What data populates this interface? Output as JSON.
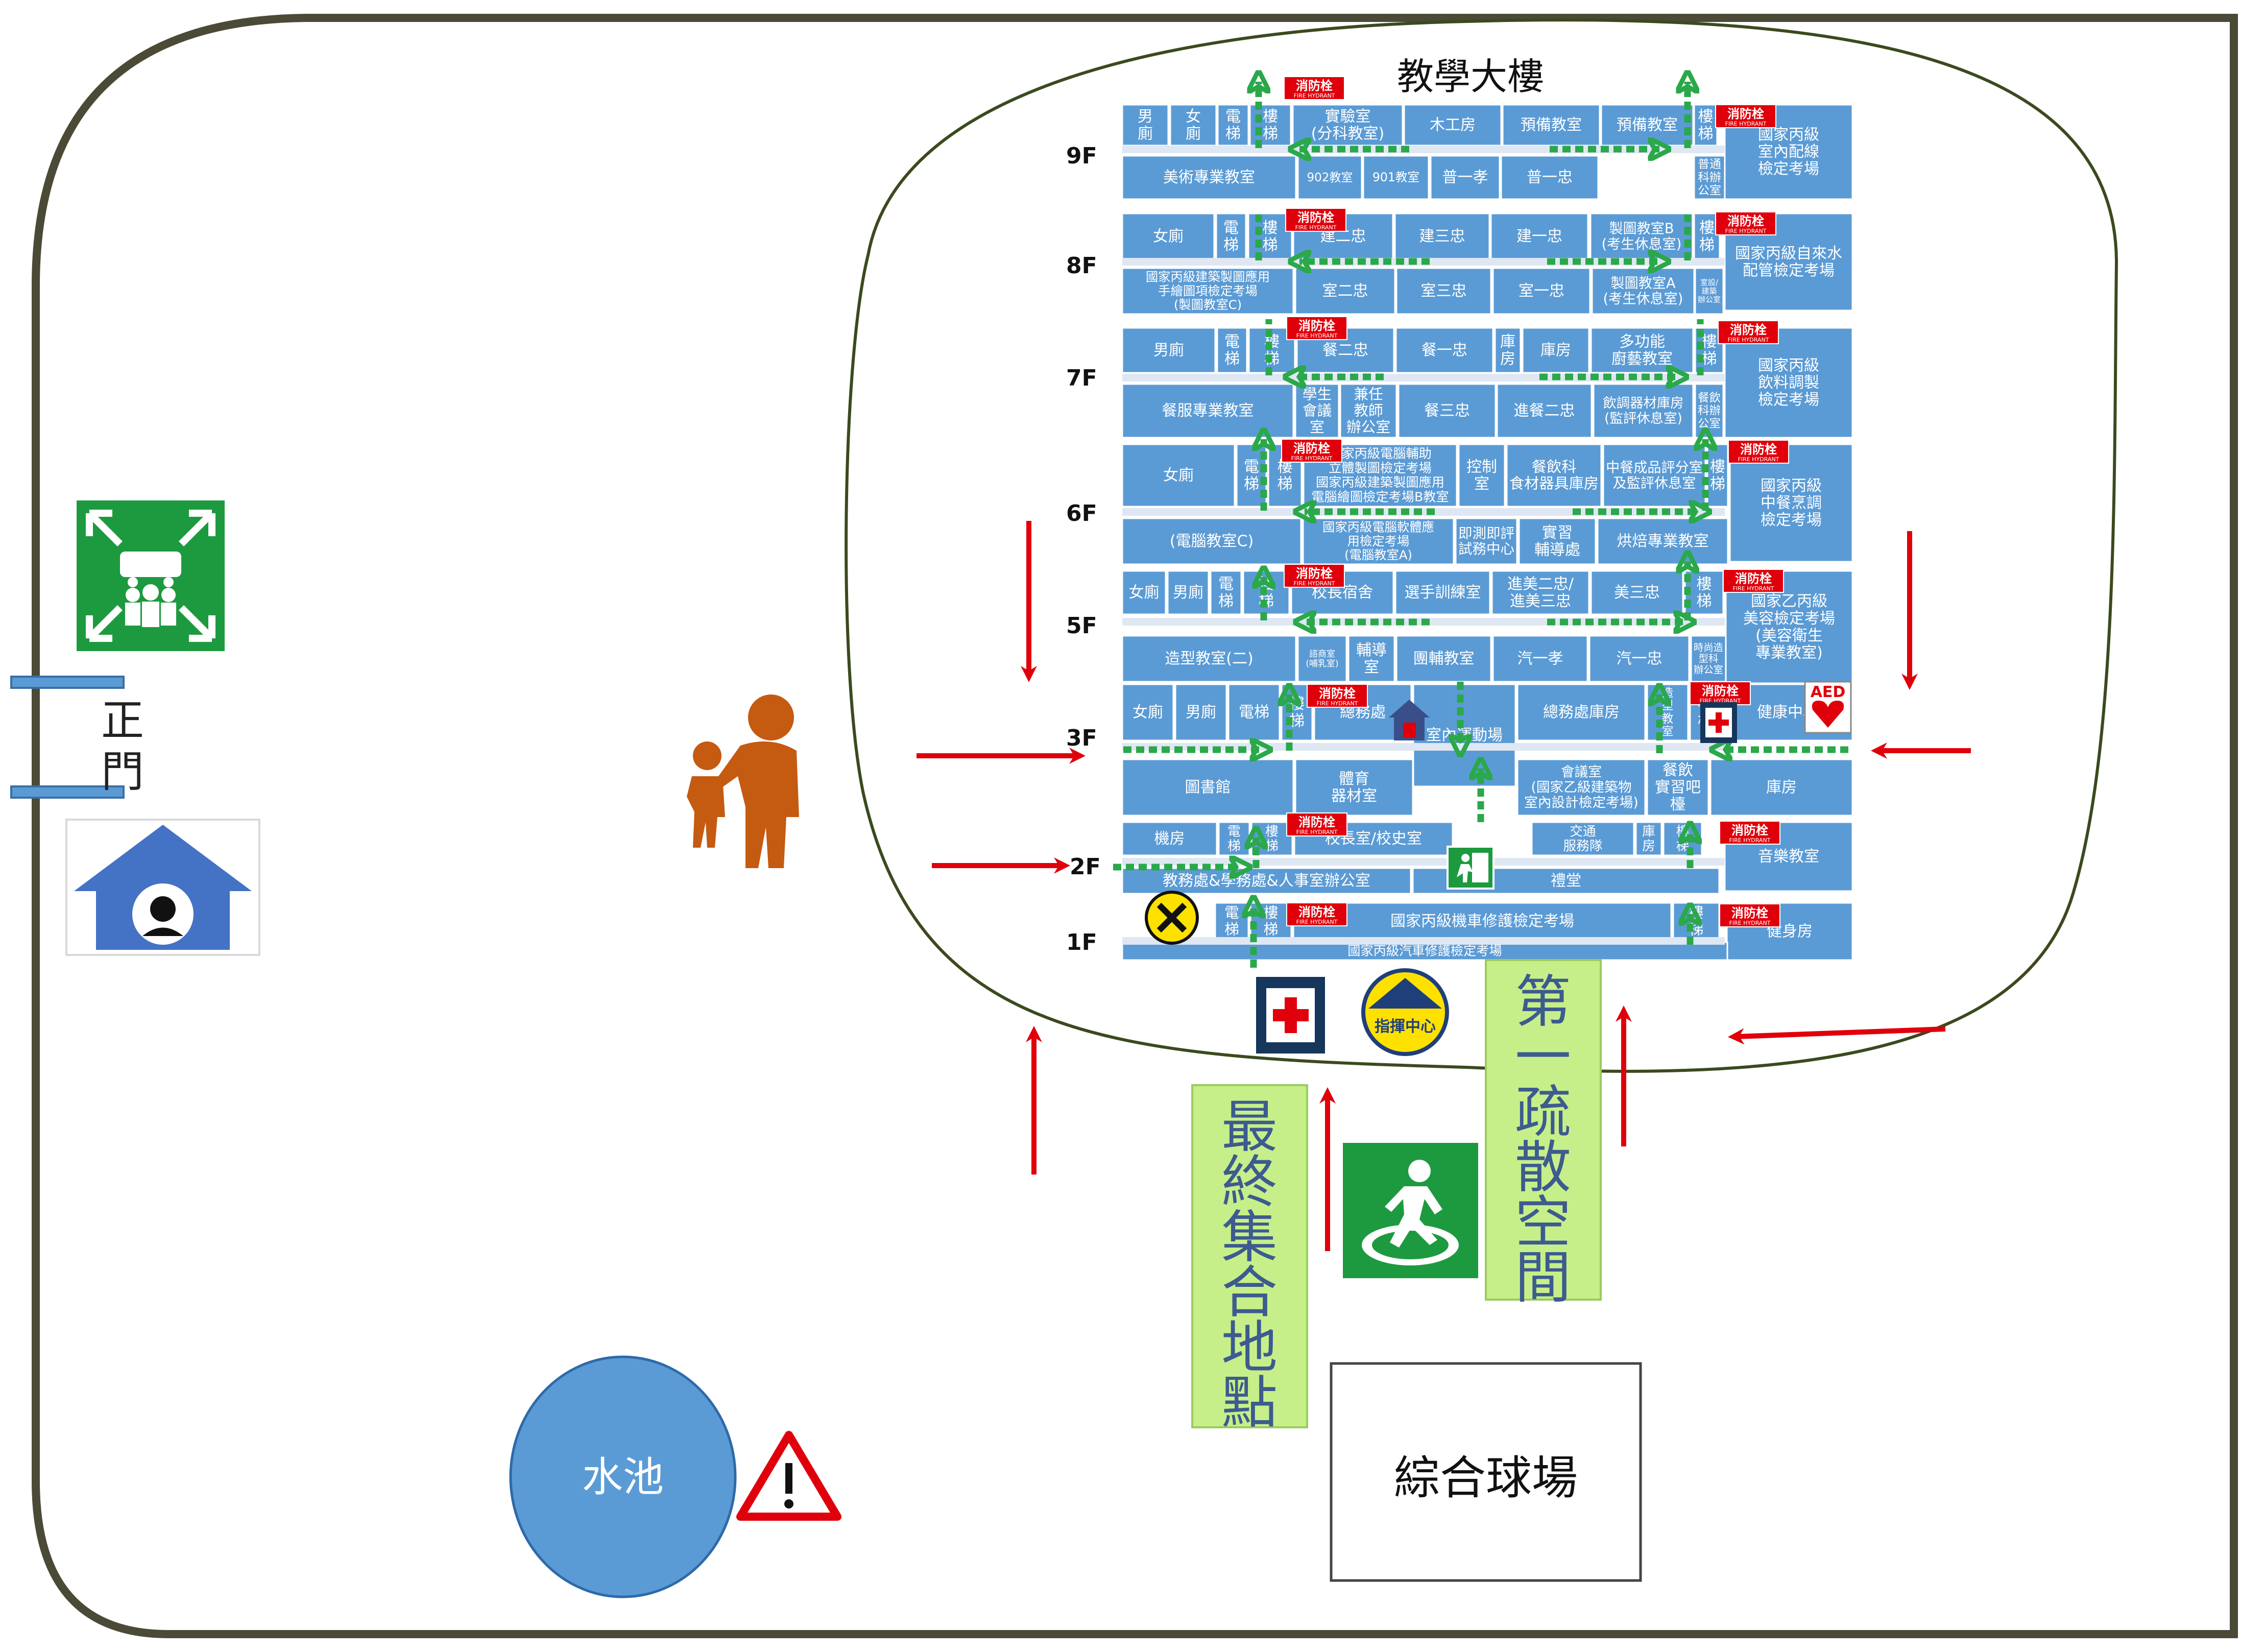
{
  "title": "教學大樓",
  "floor_labels": [
    "9F",
    "8F",
    "7F",
    "6F",
    "5F",
    "3F",
    "2F",
    "1F"
  ],
  "gate_label": "正門",
  "pond_label": "水池",
  "court_label": "綜合球場",
  "final_assembly_label": "最終集合地點",
  "first_evac_label": "第一疏散空間",
  "command_center_label": "指揮中心",
  "aed_label": "AED",
  "hydrant_label": "消防栓",
  "hydrant_sub": "FIRE HYDRANT",
  "icons": {
    "assembly": "assembly-point-icon",
    "guard": "guard-house-icon",
    "people": "adult-child-icon",
    "warning": "warning-icon",
    "exit": "emergency-exit-icon",
    "first_aid": "first-aid-icon",
    "command": "command-center-icon",
    "tools": "tools-icon",
    "aed": "aed-icon",
    "shelter": "shelter-icon"
  },
  "colors": {
    "room": "#5b9bd5",
    "building_outline": "#3b4a1e",
    "boundary": "#4a4a36",
    "route_arrow": "#e0000b",
    "evac_arrow": "#2aa84a",
    "label_panel": "#c6ef8a",
    "pond": "#5b9bd5",
    "exit_green": "#1d9a3f"
  },
  "rooms": [
    {
      "text": "男\n廁"
    },
    {
      "text": "女\n廁"
    },
    {
      "text": "電\n梯"
    },
    {
      "text": "樓\n梯"
    },
    {
      "text": "實驗室\n(分科教室)"
    },
    {
      "text": "木工房"
    },
    {
      "text": "預備教室"
    },
    {
      "text": "預備教室"
    },
    {
      "text": "樓\n梯"
    },
    {
      "text": "國家丙級\n室內配線\n檢定考場"
    },
    {
      "text": "美術專業教室"
    },
    {
      "text": "902教室"
    },
    {
      "text": "901教室"
    },
    {
      "text": "普一孝"
    },
    {
      "text": "普一忠"
    },
    {
      "text": "普通\n科辦\n公室"
    },
    {
      "text": "女廁"
    },
    {
      "text": "電\n梯"
    },
    {
      "text": "樓\n梯"
    },
    {
      "text": "建二忠"
    },
    {
      "text": "建三忠"
    },
    {
      "text": "建一忠"
    },
    {
      "text": "製圖教室B\n(考生休息室)"
    },
    {
      "text": "樓\n梯"
    },
    {
      "text": "國家丙級自來水\n配管檢定考場"
    },
    {
      "text": "國家丙級建築製圖應用\n手繪圖項檢定考場\n(製圖教室C)"
    },
    {
      "text": "室二忠"
    },
    {
      "text": "室三忠"
    },
    {
      "text": "室一忠"
    },
    {
      "text": "製圖教室A\n(考生休息室)"
    },
    {
      "text": "室設/\n建築\n辦公室"
    },
    {
      "text": "男廁"
    },
    {
      "text": "電\n梯"
    },
    {
      "text": "樓\n梯"
    },
    {
      "text": "餐二忠"
    },
    {
      "text": "餐一忠"
    },
    {
      "text": "庫\n房"
    },
    {
      "text": "庫房"
    },
    {
      "text": "多功能\n廚藝教室"
    },
    {
      "text": "樓\n梯"
    },
    {
      "text": "國家丙級\n飲料調製\n檢定考場"
    },
    {
      "text": "餐服專業教室"
    },
    {
      "text": "學生\n會議\n室"
    },
    {
      "text": "兼任\n教師\n辦公室"
    },
    {
      "text": "餐三忠"
    },
    {
      "text": "進餐二忠"
    },
    {
      "text": "飲調器材庫房\n(監評休息室)"
    },
    {
      "text": "餐飲\n科辦\n公室"
    },
    {
      "text": "女廁"
    },
    {
      "text": "電\n梯"
    },
    {
      "text": "樓\n梯"
    },
    {
      "text": "國家丙級電腦輔助\n立體製圖檢定考場\n國家丙級建築製圖應用\n電腦繪圖檢定考場B教室"
    },
    {
      "text": "控制\n室"
    },
    {
      "text": "餐飲科\n食材器具庫房"
    },
    {
      "text": "中餐成品評分室\n及監評休息室"
    },
    {
      "text": "樓\n梯"
    },
    {
      "text": "國家丙級\n中餐烹調\n檢定考場"
    },
    {
      "text": "(電腦教室C)"
    },
    {
      "text": "國家丙級電腦軟體應\n用檢定考場\n(電腦教室A)"
    },
    {
      "text": "即測即評\n試務中心"
    },
    {
      "text": "實習\n輔導處"
    },
    {
      "text": "烘焙專業教室"
    },
    {
      "text": "女廁"
    },
    {
      "text": "男廁"
    },
    {
      "text": "電\n梯"
    },
    {
      "text": "樓\n梯"
    },
    {
      "text": "校長宿舍"
    },
    {
      "text": "選手訓練室"
    },
    {
      "text": "進美二忠/\n進美三忠"
    },
    {
      "text": "美三忠"
    },
    {
      "text": "樓\n梯"
    },
    {
      "text": "國家乙丙級\n美容檢定考場\n(美容衛生\n專業教室)"
    },
    {
      "text": "造型教室(二)"
    },
    {
      "text": "諮商室\n(哺乳室)"
    },
    {
      "text": "輔導\n室"
    },
    {
      "text": "團輔教室"
    },
    {
      "text": "汽一孝"
    },
    {
      "text": "汽一忠"
    },
    {
      "text": "時尚造\n型科\n辦公室"
    },
    {
      "text": "女廁"
    },
    {
      "text": "男廁"
    },
    {
      "text": "電梯"
    },
    {
      "text": "樓\n梯"
    },
    {
      "text": "總務處"
    },
    {
      "text": "室內運動場"
    },
    {
      "text": "總務處庫房"
    },
    {
      "text": "造\n型\n教\n室"
    },
    {
      "text": "樓\n梯"
    },
    {
      "text": "健康中心"
    },
    {
      "text": "圖書館"
    },
    {
      "text": "體育\n器材室"
    },
    {
      "text": "會議室\n(國家乙級建築物\n室內設計檢定考場)"
    },
    {
      "text": "餐飲\n實習吧\n檯"
    },
    {
      "text": "庫房"
    },
    {
      "text": "機房"
    },
    {
      "text": "電\n梯"
    },
    {
      "text": "樓\n梯"
    },
    {
      "text": "校長室/校史室"
    },
    {
      "text": "交通\n服務隊"
    },
    {
      "text": "庫\n房"
    },
    {
      "text": "樓\n梯"
    },
    {
      "text": "音樂教室"
    },
    {
      "text": "教務處&學務處&人事室辦公室"
    },
    {
      "text": "禮堂"
    },
    {
      "text": "電\n梯"
    },
    {
      "text": "樓\n梯"
    },
    {
      "text": "國家丙級機車修護檢定考場"
    },
    {
      "text": "樓\n梯"
    },
    {
      "text": "健身房"
    },
    {
      "text": "國家丙級汽車修護檢定考場"
    }
  ]
}
